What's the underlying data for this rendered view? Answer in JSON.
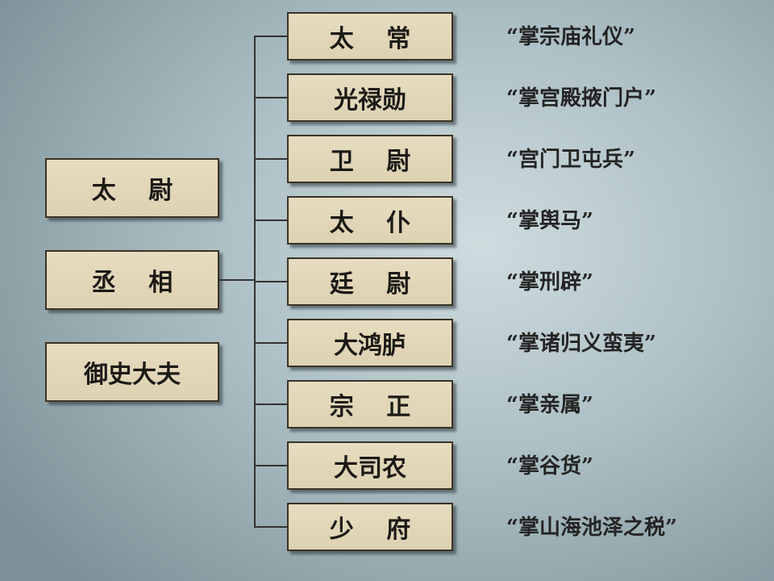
{
  "left_column": [
    {
      "id": "taiwei",
      "label": "太　 尉"
    },
    {
      "id": "chengxiang",
      "label": "丞　 相"
    },
    {
      "id": "yushidafu",
      "label": "御史大夫"
    }
  ],
  "ministers": [
    {
      "label": "太　 常",
      "note": "“掌宗庙礼仪”"
    },
    {
      "label": "光禄勋",
      "note": "“掌宫殿掖门户”"
    },
    {
      "label": "卫　 尉",
      "note": "“宫门卫屯兵”"
    },
    {
      "label": "太　 仆",
      "note": "“掌舆马”"
    },
    {
      "label": "廷　 尉",
      "note": "“掌刑辟”"
    },
    {
      "label": "大鸿胪",
      "note": "“掌诸归义蛮夷”"
    },
    {
      "label": "宗　 正",
      "note": "“掌亲属”"
    },
    {
      "label": "大司农",
      "note": "“掌谷货”"
    },
    {
      "label": "少　 府",
      "note": "“掌山海池泽之税”"
    }
  ]
}
